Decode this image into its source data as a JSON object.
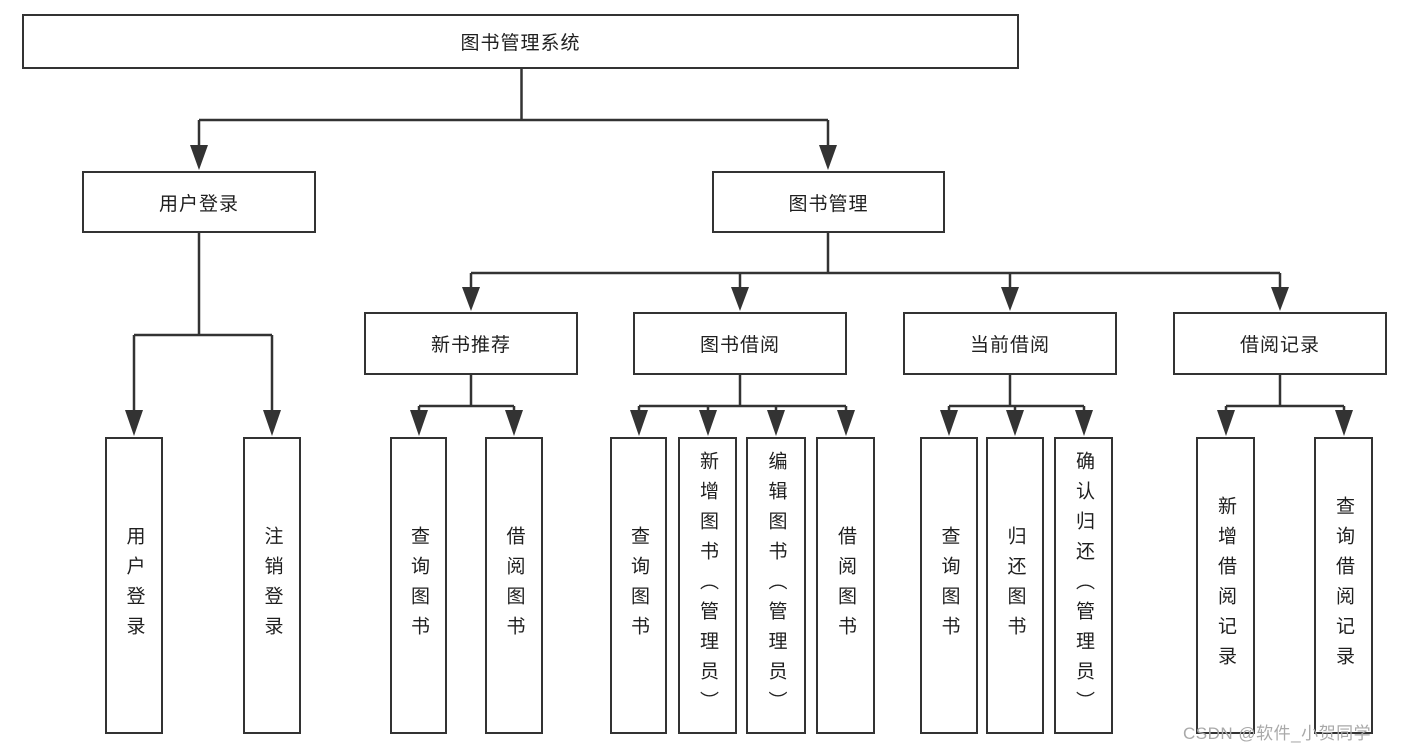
{
  "colors": {
    "line": "#333333",
    "text": "#1f1f1f",
    "watermark": "#a9a9a9",
    "background": "#ffffff"
  },
  "diagram_type": "functional-structure-tree",
  "tree": {
    "label": "图书管理系统",
    "children": [
      {
        "label": "用户登录",
        "children": [
          {
            "label": "用户登录"
          },
          {
            "label": "注销登录"
          }
        ]
      },
      {
        "label": "图书管理",
        "children": [
          {
            "label": "新书推荐",
            "children": [
              {
                "label": "查询图书"
              },
              {
                "label": "借阅图书"
              }
            ]
          },
          {
            "label": "图书借阅",
            "children": [
              {
                "label": "查询图书"
              },
              {
                "label": "新增图书（管理员）"
              },
              {
                "label": "编辑图书（管理员）"
              },
              {
                "label": "借阅图书"
              }
            ]
          },
          {
            "label": "当前借阅",
            "children": [
              {
                "label": "查询图书"
              },
              {
                "label": "归还图书"
              },
              {
                "label": "确认归还（管理员）"
              }
            ]
          },
          {
            "label": "借阅记录",
            "children": [
              {
                "label": "新增借阅记录"
              },
              {
                "label": "查询借阅记录"
              }
            ]
          }
        ]
      }
    ]
  },
  "watermark": {
    "text": "CSDN @软件_小贺同学"
  }
}
